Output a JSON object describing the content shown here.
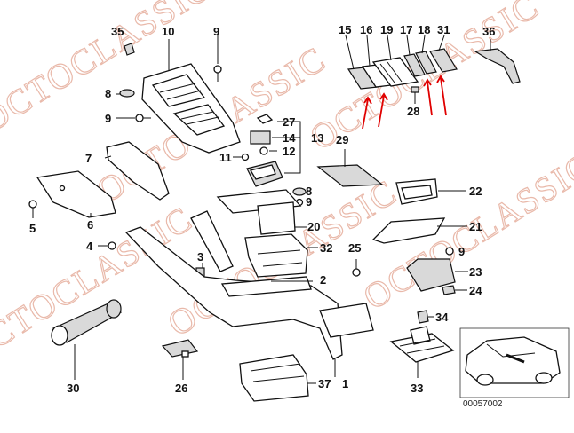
{
  "diagram": {
    "watermark": "OCTOCLASSIC",
    "reference_code": "00057002",
    "callouts": [
      "35",
      "10",
      "9",
      "15",
      "16",
      "19",
      "17",
      "18",
      "31",
      "36",
      "8",
      "9",
      "27",
      "13",
      "14",
      "12",
      "11",
      "7",
      "29",
      "28",
      "8",
      "9",
      "22",
      "6",
      "20",
      "5",
      "21",
      "4",
      "32",
      "25",
      "9",
      "3",
      "2",
      "23",
      "24",
      "34",
      "30",
      "26",
      "37",
      "1",
      "33"
    ],
    "accent_color": "#e00000"
  }
}
